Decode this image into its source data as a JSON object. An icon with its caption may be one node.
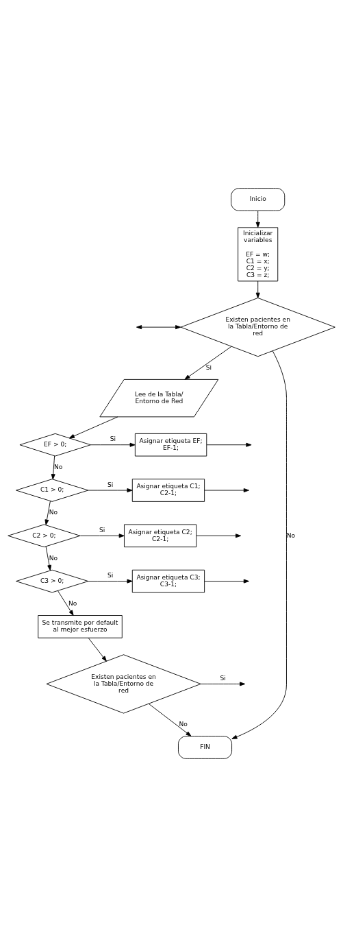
{
  "diagram": {
    "nodes": [
      {
        "text": [
          "Inicio"
        ]
      },
      {
        "text": [
          "Inicializar variables",
          "EF = w; C1 = x; C2 = y; C3 = z;"
        ]
      },
      {
        "text": [
          "Existen pacientes en la Tabla/Entorno de red"
        ]
      },
      {
        "text": [
          "Lee de la Tabla/ Entorno de Red"
        ]
      },
      {
        "text": [
          "EF > 0;"
        ]
      },
      {
        "text": [
          "Asignar etiqueta EF; EF-1;"
        ]
      },
      {
        "text": [
          "C1 > 0;"
        ]
      },
      {
        "text": [
          "Asignar etiqueta C1; C2-1;"
        ]
      },
      {
        "text": [
          "C2 > 0;"
        ]
      },
      {
        "text": [
          "Asignar etiqueta C2; C2-1;"
        ]
      },
      {
        "text": [
          "C3 > 0;"
        ]
      },
      {
        "text": [
          "Asignar etiqueta C3; C3-1;"
        ]
      },
      {
        "text": [
          "Se transmite por default al mejor esfuerzo"
        ]
      },
      {
        "text": [
          "Existen pacientes en la Tabla/Entorno de red"
        ]
      },
      {
        "text": [
          "FIN"
        ]
      }
    ],
    "edges": [
      {
        "from": 0,
        "to": 1,
        "arrow": "to"
      },
      {
        "from": 1,
        "to": 2,
        "arrow": "to"
      },
      {
        "from": 2,
        "to": 3,
        "arrow": "to",
        "label": "Si"
      },
      {
        "from": 3,
        "to": 4,
        "arrow": "to"
      },
      {
        "from": 4,
        "to": 5,
        "arrow": "to",
        "label": "Si"
      },
      {
        "from": 4,
        "to": 6,
        "arrow": "to",
        "label": "No"
      },
      {
        "from": 6,
        "to": 7,
        "arrow": "to",
        "label": "Si"
      },
      {
        "from": 6,
        "to": 8,
        "arrow": "to",
        "label": "No"
      },
      {
        "from": 8,
        "to": 9,
        "arrow": "to",
        "label": "Si"
      },
      {
        "from": 8,
        "to": 10,
        "arrow": "to",
        "label": "No"
      },
      {
        "from": 10,
        "to": 11,
        "arrow": "to",
        "label": "Si"
      },
      {
        "from": 10,
        "to": 12,
        "arrow": "to",
        "label": "No"
      },
      {
        "from": 12,
        "to": 13,
        "arrow": "to"
      },
      {
        "from": 13,
        "to": 14,
        "arrow": "to",
        "label": "No"
      },
      {
        "from": 2,
        "to": 14,
        "arrow": "to",
        "label": "No"
      },
      {
        "from": 5,
        "to": null,
        "arrow": "to"
      },
      {
        "from": 7,
        "to": null,
        "arrow": "to"
      },
      {
        "from": 9,
        "to": null,
        "arrow": "to"
      },
      {
        "from": 11,
        "to": null,
        "arrow": "to"
      },
      {
        "from": 13,
        "to": null,
        "arrow": "to",
        "label": "Si"
      },
      {
        "from": null,
        "to": 2,
        "arrow": "both"
      }
    ]
  }
}
